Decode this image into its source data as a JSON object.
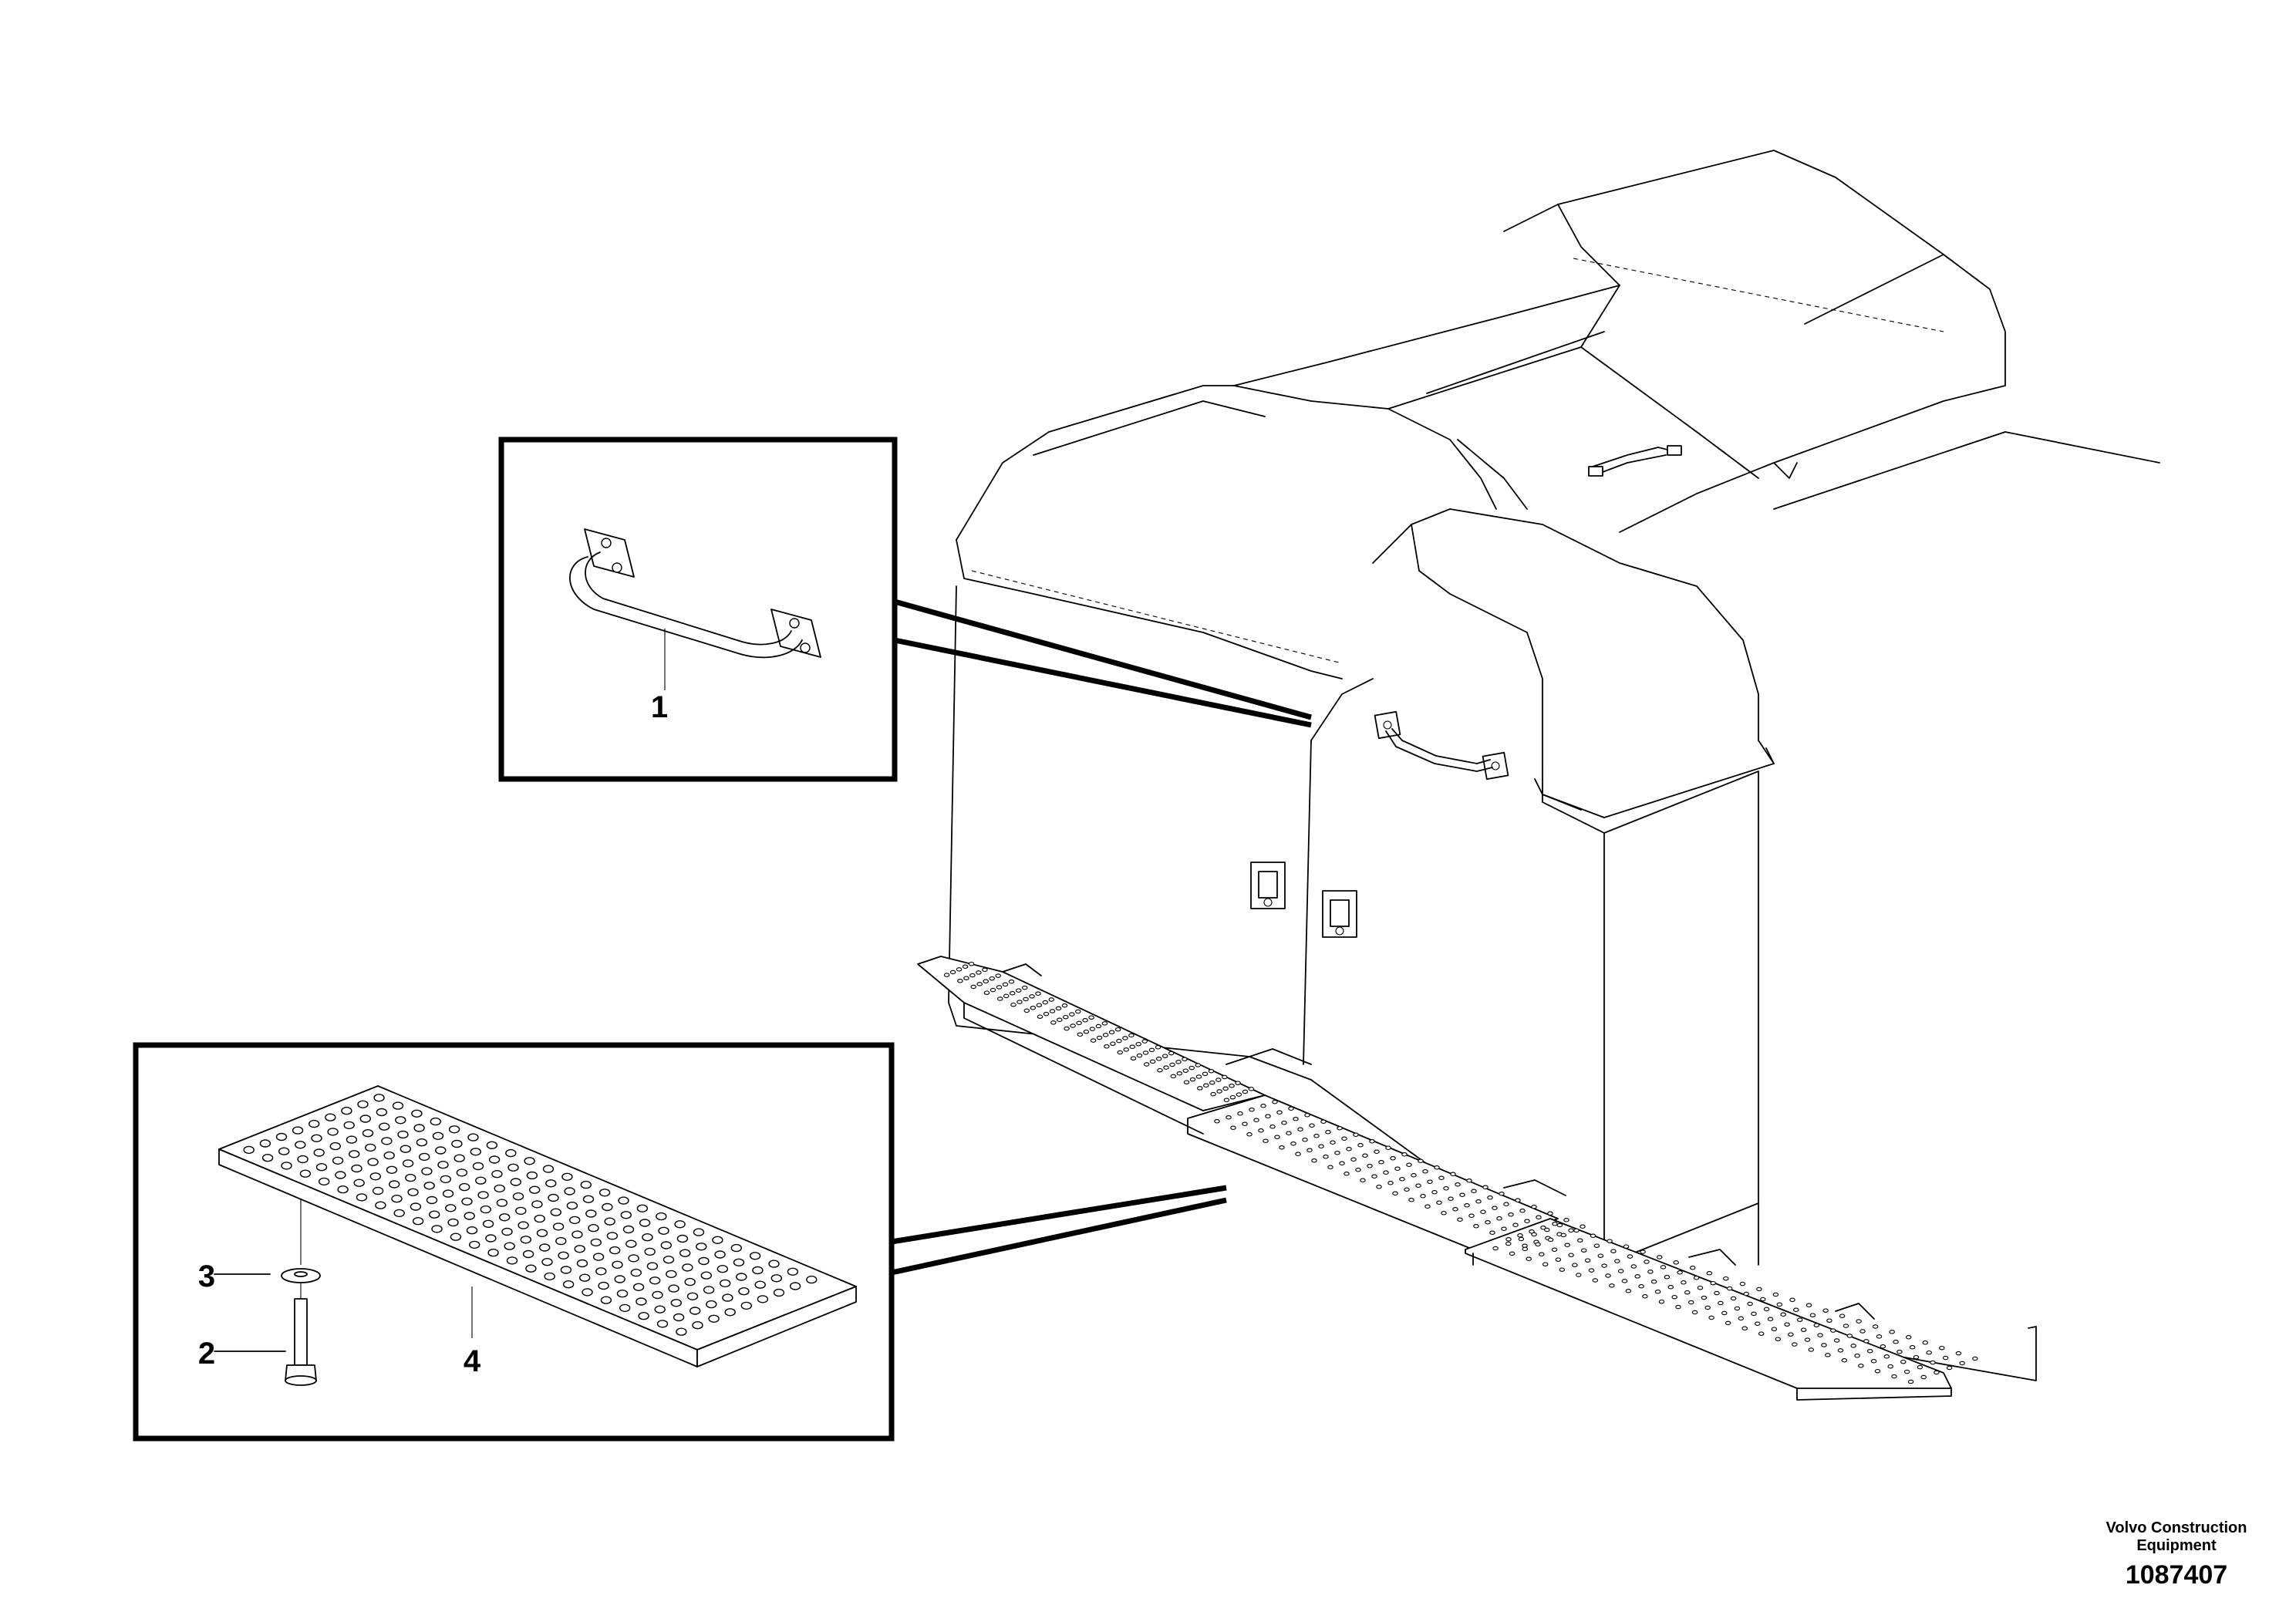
{
  "callouts": {
    "grab_handle": "1",
    "screw": "2",
    "washer": "3",
    "step_plate": "4"
  },
  "footer": {
    "company_line1": "Volvo Construction",
    "company_line2": "Equipment",
    "drawing_number": "1087407"
  }
}
